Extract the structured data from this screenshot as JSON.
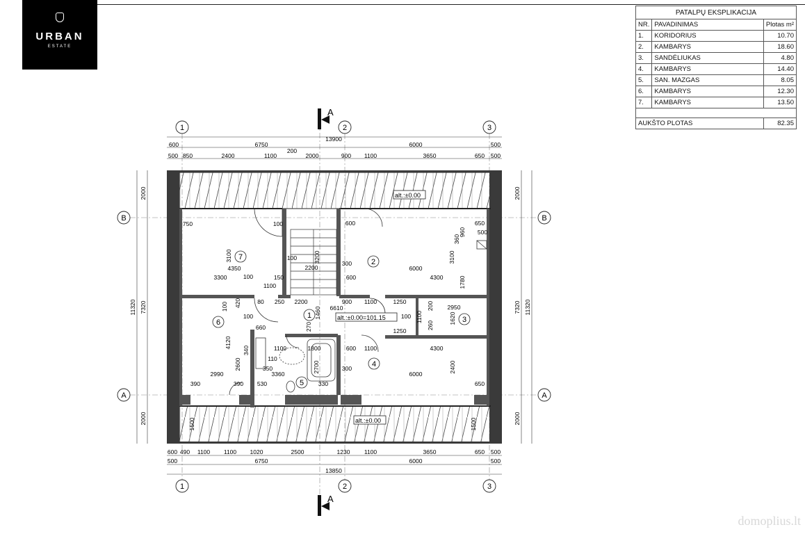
{
  "logo": {
    "brand": "URBAN",
    "sub": "ESTATE"
  },
  "explication": {
    "title": "PATALPŲ EKSPLIKACIJA",
    "col_nr": "NR.",
    "col_name": "PAVADINIMAS",
    "col_area": "Plotas m²",
    "rows": [
      {
        "nr": "1.",
        "name": "KORIDORIUS",
        "area": "10.70"
      },
      {
        "nr": "2.",
        "name": "KAMBARYS",
        "area": "18.60"
      },
      {
        "nr": "3.",
        "name": "SANDĖLIUKAS",
        "area": "4.80"
      },
      {
        "nr": "4.",
        "name": "KAMBARYS",
        "area": "14.40"
      },
      {
        "nr": "5.",
        "name": "SAN. MAZGAS",
        "area": "8.05"
      },
      {
        "nr": "6.",
        "name": "KAMBARYS",
        "area": "12.30"
      },
      {
        "nr": "7.",
        "name": "KAMBARYS",
        "area": "13.50"
      }
    ],
    "total_label": "AUKŠTO PLOTAS",
    "total_value": "82.35"
  },
  "plan": {
    "section_mark": "A",
    "axes_vertical": [
      "1",
      "2",
      "3"
    ],
    "axes_horizontal": [
      "B",
      "A"
    ],
    "top_total": "13900",
    "top_mid": [
      "600",
      "6750",
      "6000",
      "500"
    ],
    "top_inner": [
      "500",
      "850",
      "2400",
      "1100",
      "200",
      "2000",
      "900",
      "1100",
      "3650",
      "650",
      "500"
    ],
    "bottom_inner": [
      "600",
      "490",
      "1100",
      "1100",
      "1020",
      "2500",
      "1230",
      "1100",
      "3650",
      "650",
      "500"
    ],
    "bottom_mid": [
      "500",
      "6750",
      "6000",
      "500"
    ],
    "bottom_total": "13850",
    "side_left": [
      "2000",
      "7320",
      "2000",
      "11320"
    ],
    "side_right": [
      "2000",
      "7320",
      "2000",
      "11320"
    ],
    "alt_top": "alt.:±0.00",
    "alt_mid": "alt.:±0.00=101.15",
    "alt_bottom": "alt.:±0.00",
    "room_numbers": [
      "1",
      "2",
      "3",
      "4",
      "5",
      "6",
      "7"
    ],
    "inner_dims": [
      "750",
      "100",
      "3100",
      "4350",
      "3300",
      "1100",
      "150",
      "100",
      "600",
      "650",
      "500",
      "360",
      "960",
      "300",
      "6000",
      "3100",
      "600",
      "4300",
      "1780",
      "100",
      "420",
      "80",
      "250",
      "2200",
      "6610",
      "1460",
      "900",
      "1100",
      "1250",
      "200",
      "2950",
      "100",
      "1100",
      "260",
      "1620",
      "100",
      "660",
      "1100",
      "270",
      "1800",
      "600",
      "1100",
      "1250",
      "4300",
      "4120",
      "340",
      "2600",
      "110",
      "350",
      "2700",
      "300",
      "2400",
      "6000",
      "2990",
      "3360",
      "390",
      "390",
      "530",
      "330",
      "650",
      "1500",
      "1500",
      "3200",
      "2200",
      "100"
    ]
  },
  "watermark": "domoplius.lt"
}
